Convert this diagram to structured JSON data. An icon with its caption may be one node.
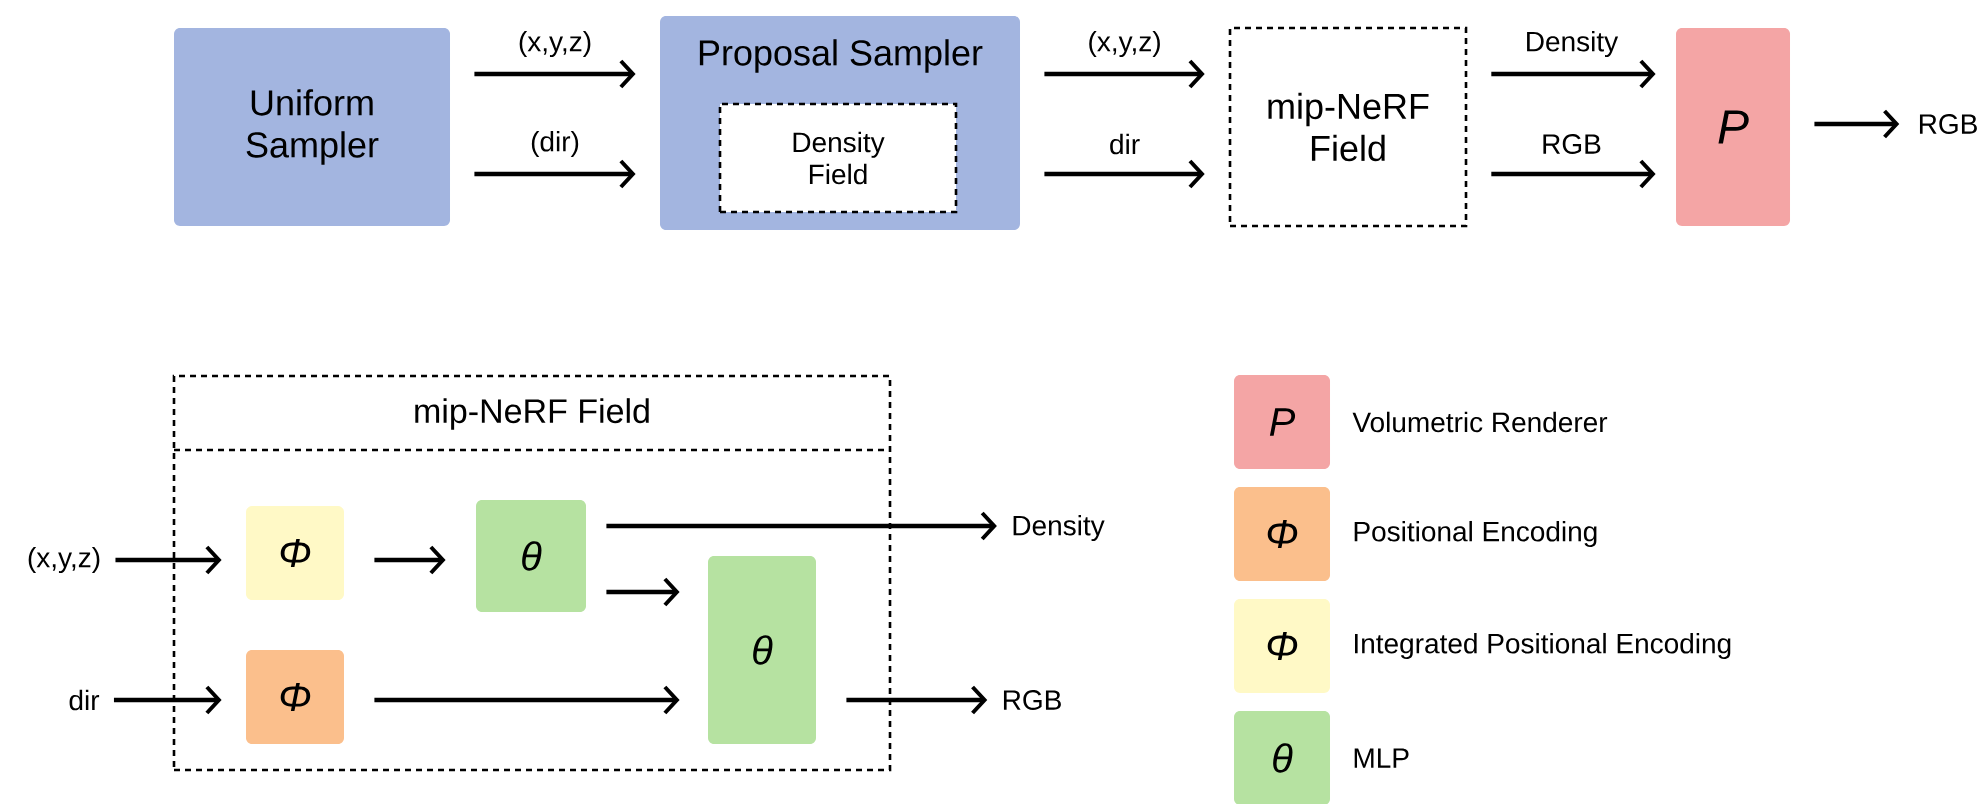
{
  "diagram": {
    "nodes": [
      {
        "text": [
          "Uniform Sampler"
        ]
      },
      {
        "text": [
          "Proposal Sampler"
        ]
      },
      {
        "text": [
          "Density Field"
        ],
        "in": 1
      },
      {
        "text": [
          "mip-NeRF Field"
        ]
      },
      {
        "text": [
          "P"
        ]
      },
      {
        "text": [
          "RGB"
        ]
      },
      {
        "text": [
          "mip-NeRF Field"
        ]
      },
      {
        "text": [
          "(x,y,z)"
        ]
      },
      {
        "text": [
          "dir"
        ]
      },
      {
        "text": [
          "Φ"
        ],
        "in": 6
      },
      {
        "text": [
          "Φ"
        ],
        "in": 6
      },
      {
        "text": [
          "θ"
        ],
        "in": 6
      },
      {
        "text": [
          "θ"
        ],
        "in": 6
      },
      {
        "text": [
          "Density"
        ]
      },
      {
        "text": [
          "RGB"
        ]
      }
    ],
    "edges": [
      {
        "from": 0,
        "to": 1,
        "arrow": "to",
        "label": "(x,y,z)"
      },
      {
        "from": 0,
        "to": 1,
        "arrow": "to",
        "label": "(dir)"
      },
      {
        "from": 1,
        "to": 3,
        "arrow": "to",
        "label": "(x,y,z)"
      },
      {
        "from": 1,
        "to": 3,
        "arrow": "to",
        "label": "dir"
      },
      {
        "from": 3,
        "to": 4,
        "arrow": "to",
        "label": "Density"
      },
      {
        "from": 3,
        "to": 4,
        "arrow": "to",
        "label": "RGB"
      },
      {
        "from": 4,
        "to": 5,
        "arrow": "to"
      },
      {
        "from": 7,
        "to": 9,
        "arrow": "to"
      },
      {
        "from": 8,
        "to": 10,
        "arrow": "to"
      },
      {
        "from": 9,
        "to": 11,
        "arrow": "to"
      },
      {
        "from": 11,
        "to": 13,
        "arrow": "to"
      },
      {
        "from": 11,
        "to": 12,
        "arrow": "to"
      },
      {
        "from": 10,
        "to": 12,
        "arrow": "to"
      },
      {
        "from": 12,
        "to": 14,
        "arrow": "to"
      }
    ],
    "labels": [
      "P",
      "Φ",
      "Φ",
      "θ"
    ],
    "legend": [
      {
        "text": "Volumetric Renderer",
        "color": "#f4a5a5"
      },
      {
        "text": "Positional Encoding",
        "color": "#fbbf8c"
      },
      {
        "text": "Integrated Positional Encoding",
        "color": "#fff9c6"
      },
      {
        "text": "MLP",
        "color": "#b6e2a1"
      }
    ]
  }
}
